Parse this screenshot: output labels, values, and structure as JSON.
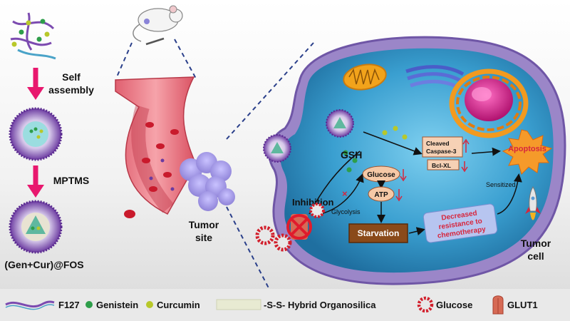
{
  "left_panel": {
    "step1_label": "Self",
    "step1_label2": "assembly",
    "step2_label": "MPTMS",
    "product_label": "(Gen+Cur)@FOS"
  },
  "middle_panel": {
    "tumor_label": "Tumor",
    "tumor_label2": "site"
  },
  "cell_panel": {
    "gsh": "GSH",
    "cleaved": "Cleaved",
    "caspase": "Caspase-3",
    "bclxl": "Bcl-XL",
    "apoptosis": "Apoptosis",
    "glucose": "Glucose",
    "atp": "ATP",
    "inhibition": "Inhibition",
    "glycolysis": "Glycolysis",
    "starvation": "Starvation",
    "decreased1": "Decreased",
    "decreased2": "resistance to",
    "decreased3": "chemotherapy",
    "sensitized": "Sensitized",
    "tumor_cell1": "Tumor",
    "tumor_cell2": "cell"
  },
  "legend": {
    "f127": "F127",
    "genistein": "Genistein",
    "curcumin": "Curcumin",
    "organosilica": "-S-S- Hybrid Organosilica",
    "glucose": "Glucose",
    "glut1": "GLUT1"
  },
  "colors": {
    "arrow_pink": "#e8186e",
    "cell_blue": "#3a8fc4",
    "membrane": "#8a6fb0",
    "apoptosis_orange": "#f07a18",
    "red_text": "#d7263d",
    "starvation_brown": "#8a4a1a",
    "nucleus_magenta": "#d21f8a",
    "legend_bg": "#ececec"
  }
}
